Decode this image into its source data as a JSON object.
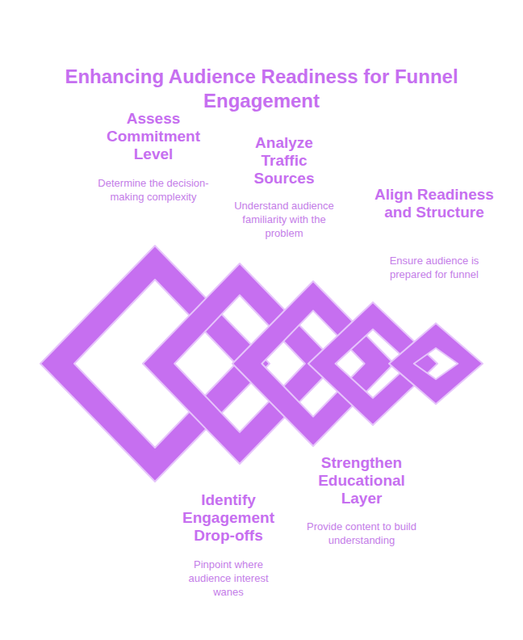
{
  "diagram": {
    "title": "Enhancing Audience Readiness for Funnel Engagement",
    "labels": [
      "Assess Commitment Level",
      "Determine the decision-making complexity",
      "Analyze Traffic Sources",
      "Understand audience familiarity with the problem",
      "Align Readiness and Structure",
      "Ensure audience is prepared for funnel",
      "Identify Engagement Drop-offs",
      "Pinpoint where audience interest wanes",
      "Strengthen Educational Layer",
      "Provide content to build understanding"
    ]
  }
}
